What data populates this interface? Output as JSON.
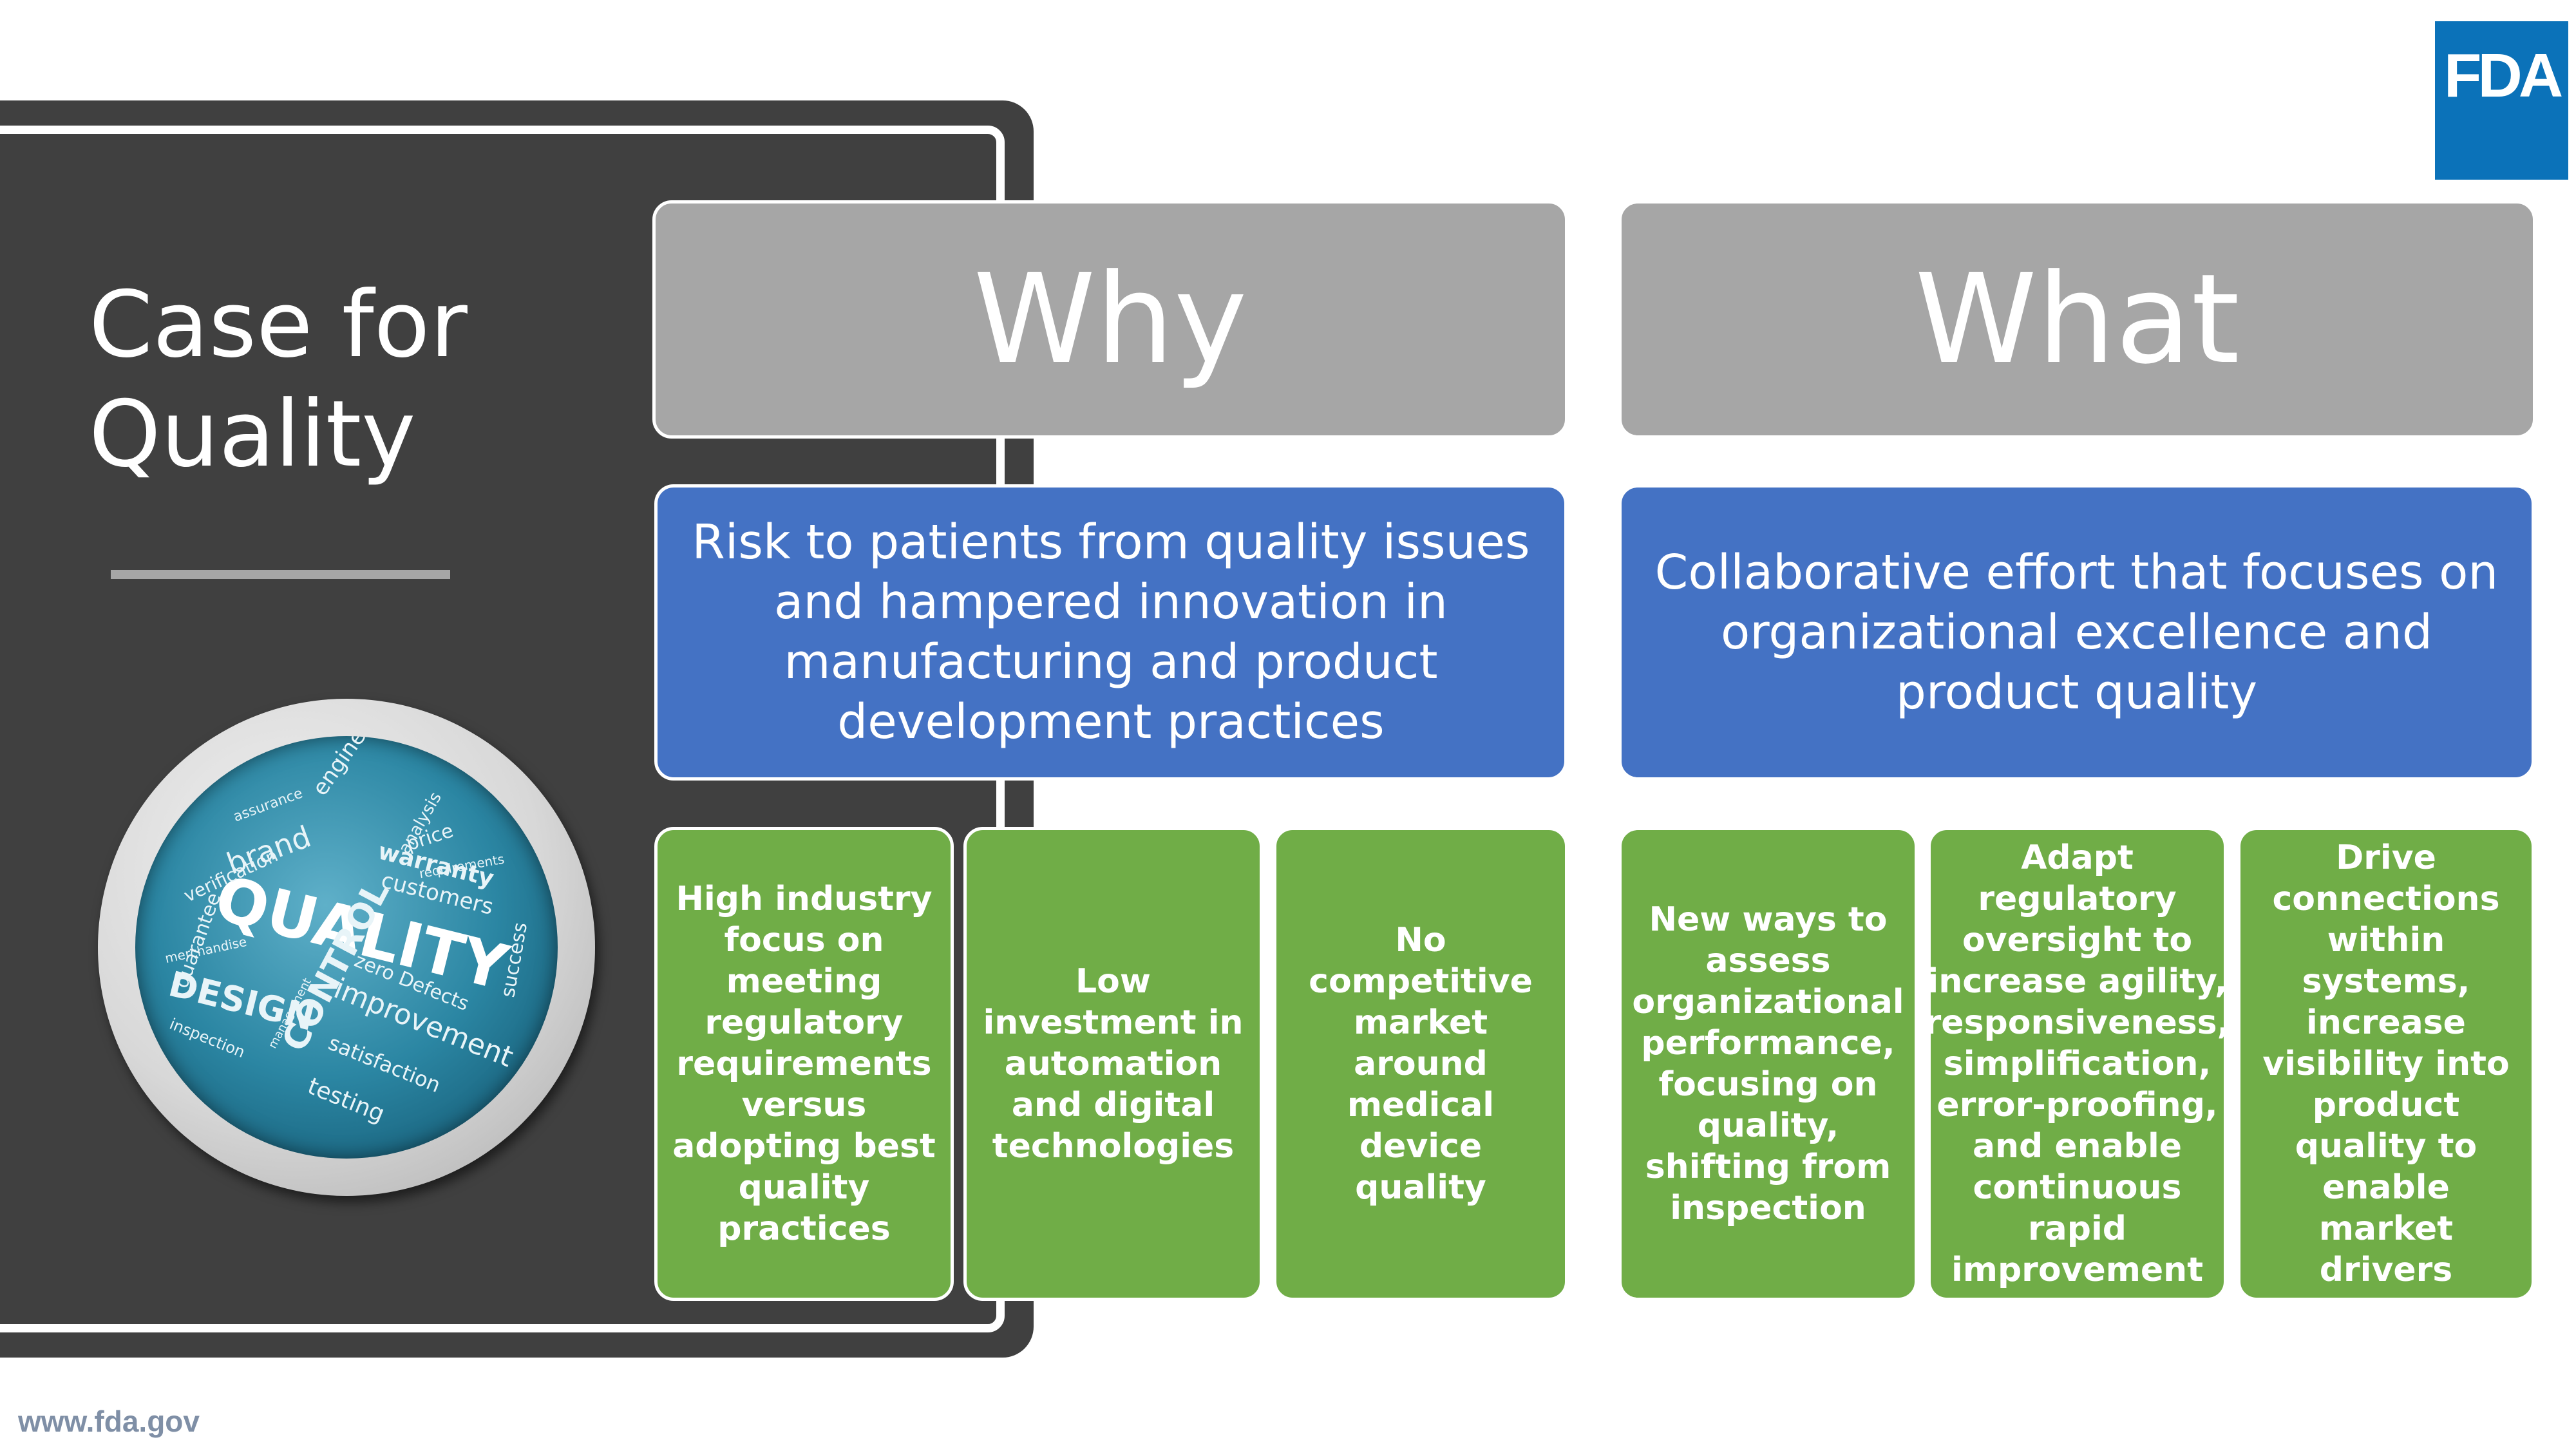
{
  "slide": {
    "title_lines": [
      "Case for",
      "Quality"
    ],
    "footer_url": "www.fda.gov",
    "logo_text": "FDA"
  },
  "badge_words": [
    "QUALITY",
    "DESIGN",
    "CONTROL",
    "improvement",
    "brand",
    "warranty",
    "customers",
    "satisfaction",
    "testing",
    "guarantee",
    "verification",
    "assurance",
    "engineering",
    "analysis",
    "price",
    "requirements",
    "zero Defects",
    "success",
    "merchandise",
    "management",
    "inspection"
  ],
  "why": {
    "header": "Why",
    "summary": "Risk to patients from quality issues and hampered innovation in manufacturing and product development practices",
    "points": [
      "High industry focus on meeting regulatory requirements versus adopting best quality practices",
      "Low investment in automation and digital technologies",
      "No competitive market around medical device quality"
    ]
  },
  "what": {
    "header": "What",
    "summary": "Collaborative effort that focuses on organizational excellence and product quality",
    "points": [
      "New ways to assess organizational performance, focusing on quality, shifting from inspection",
      "Adapt regulatory oversight to increase agility, responsiveness, simplification, error-proofing, and enable continuous rapid improvement",
      "Drive connections within systems, increase visibility into product quality to enable market drivers"
    ]
  },
  "colors": {
    "panel": "#404040",
    "header": "#a6a6a6",
    "summary": "#4472c4",
    "points": "#70ad47",
    "logo": "#0b72b9"
  }
}
